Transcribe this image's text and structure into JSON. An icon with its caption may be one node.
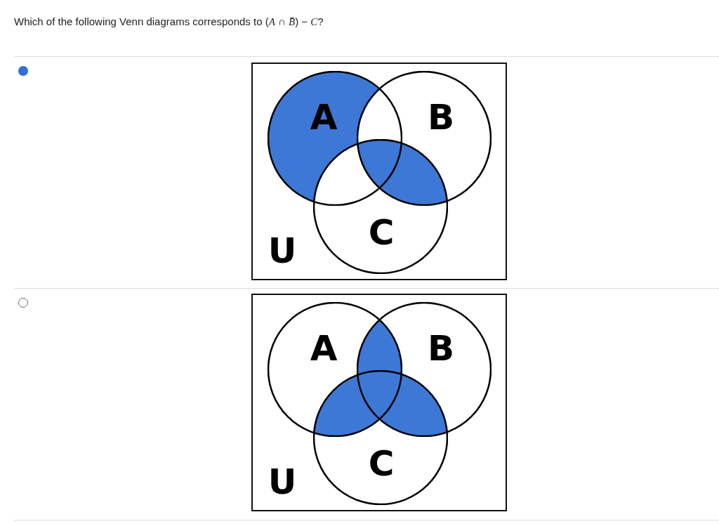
{
  "diagram": {
    "title": "Which of the following Venn diagrams corresponds to (*A* ∩ *B̄*) − *C*?",
    "nodes": [
      {
        "text": [
          "U"
        ]
      },
      {
        "text": [
          "A"
        ],
        "in": 0
      },
      {
        "text": [
          "B"
        ],
        "in": 0
      },
      {
        "text": [
          "C"
        ],
        "in": 0
      },
      {
        "text": [
          "U"
        ]
      },
      {
        "text": [
          "A"
        ],
        "in": 4
      },
      {
        "text": [
          "B"
        ],
        "in": 4
      },
      {
        "text": [
          "C"
        ],
        "in": 4
      }
    ]
  }
}
